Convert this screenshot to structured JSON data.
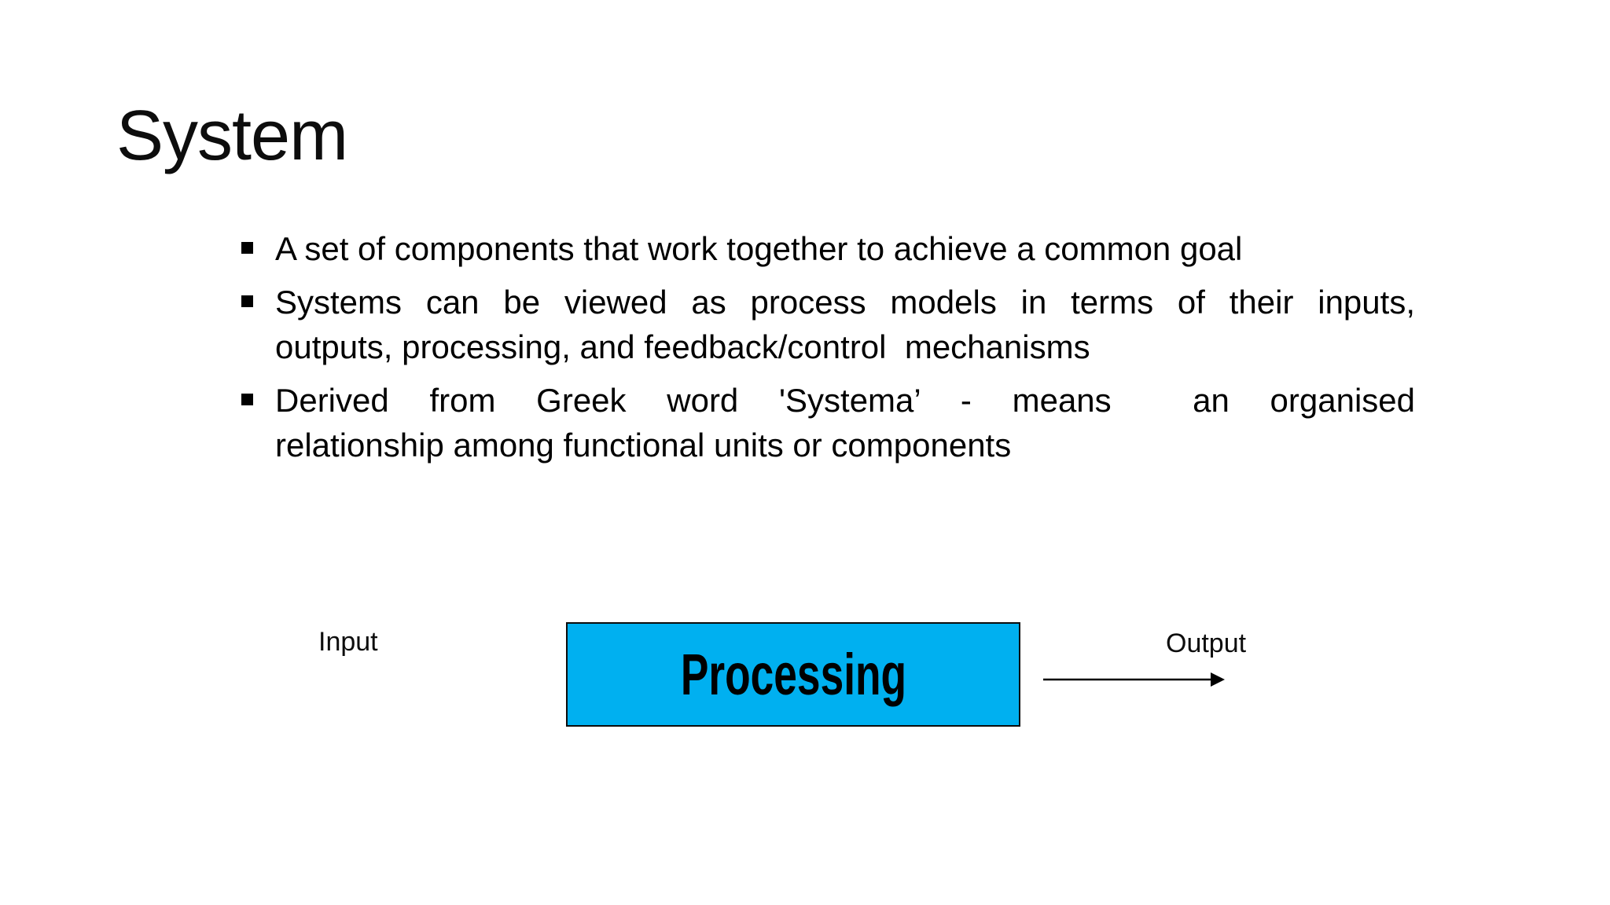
{
  "slide": {
    "title": "System",
    "bullets": [
      {
        "lines": [
          "A set of components that work together to achieve a common goal"
        ]
      },
      {
        "lines": [
          "Systems can be viewed as process models in terms of their inputs,",
          "outputs, processing, and feedback/control  mechanisms"
        ]
      },
      {
        "lines": [
          "Derived from Greek word 'Systema’ - means  an organised",
          "relationship among functional units or components"
        ]
      }
    ],
    "diagram": {
      "input_label": "Input",
      "process_label": "Processing",
      "output_label": "Output",
      "process_fill_color": "#00B0F0",
      "process_border_color": "#0c0c0c",
      "arrow_color": "#000000",
      "text_color": "#000000"
    }
  }
}
